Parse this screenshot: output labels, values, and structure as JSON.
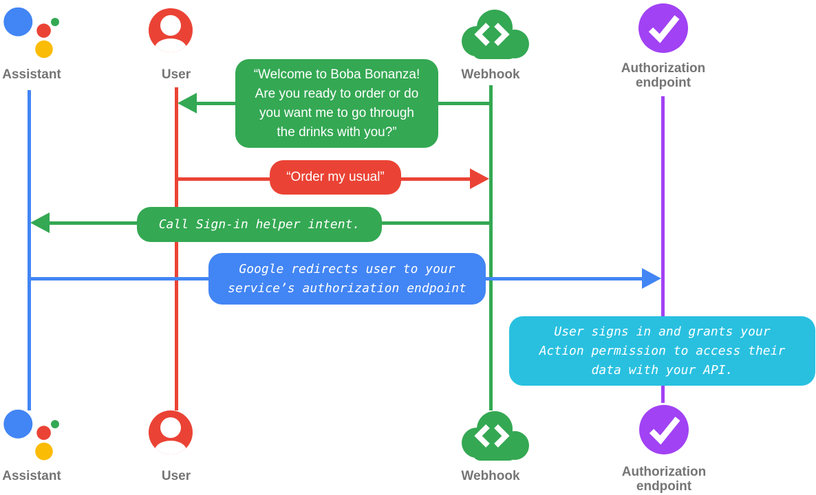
{
  "colors": {
    "blue": "#4285F4",
    "red": "#EA4335",
    "green": "#34A853",
    "purple": "#A142F4",
    "cyan": "#29C0E0",
    "yellow": "#FBBC05",
    "label_gray": "#757575",
    "bubble_text": "#FFFFFF"
  },
  "actors": {
    "assistant": {
      "label": "Assistant"
    },
    "user": {
      "label": "User"
    },
    "webhook": {
      "label": "Webhook"
    },
    "auth": {
      "label": "Authorization endpoint"
    }
  },
  "messages": {
    "welcome": {
      "from": "Webhook",
      "to": "User",
      "lines": [
        "“Welcome to Boba Bonanza!",
        "Are you ready to order or do",
        "you want me to go through",
        "the drinks with you?”"
      ]
    },
    "order": {
      "from": "User",
      "to": "Webhook",
      "text": "“Order my usual”"
    },
    "signin": {
      "from": "Webhook",
      "to": "Assistant",
      "text": "Call Sign-in helper intent."
    },
    "redirect": {
      "from": "Assistant",
      "to": "Authorization endpoint",
      "lines": [
        "Google redirects user to your",
        "service’s authorization endpoint"
      ]
    },
    "grant": {
      "at": "Authorization endpoint",
      "lines": [
        "User signs in and grants your",
        "Action permission to access their",
        "data with your API."
      ]
    }
  }
}
